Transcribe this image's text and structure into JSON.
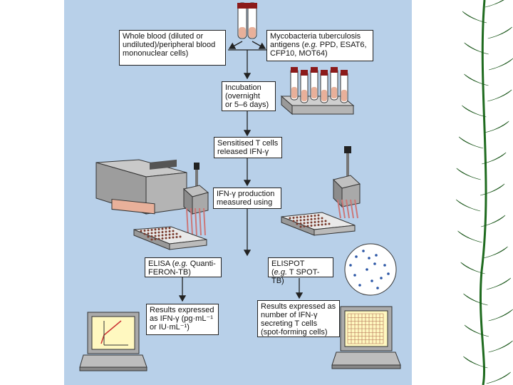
{
  "boxes": {
    "whole_blood": "Whole blood (diluted or\nundiluted)/peripheral blood\nmononuclear cells)",
    "antigens_line1": "Mycobacteria tuberculosis",
    "antigens_eg": "e.g.",
    "antigens_line2_rest": " PPD, ESAT6,",
    "antigens_line3": "CFP10, MOT64)",
    "incubation": "Incubation\n(overnight\nor 5–6 days)",
    "sensitised": "Sensitised T cells\nreleased IFN-γ",
    "production": "IFN-γ production\nmeasured using",
    "elisa_start": "ELISA (",
    "elisa_eg": "e.g.",
    "elisa_rest": " Quanti-\nFERON-TB)",
    "elispot_line1": "ELISPOT",
    "elispot_eg": "e.g.",
    "elispot_rest": " T SPOT-TB)",
    "results_elisa": "Results expressed\nas IFN-γ (pg·mL⁻¹\nor IU·mL⁻¹)",
    "results_elispot": "Results expressed as\nnumber of IFN-γ\nsecreting T cells\n(spot-forming cells)"
  },
  "colors": {
    "panel": "#b8d0e9",
    "tube_cap": "#8b1a1a",
    "blood": "#e8b09a",
    "device": "#a9a9a9",
    "screen": "#fff8c0",
    "vine": "#2e8b2e"
  },
  "icons": [
    "blood-tube-icon",
    "tube-rack-icon",
    "elisa-reader-icon",
    "multichannel-pipette-icon",
    "microplate-icon",
    "spot-well-icon",
    "computer-monitor-icon",
    "keyboard-icon"
  ]
}
